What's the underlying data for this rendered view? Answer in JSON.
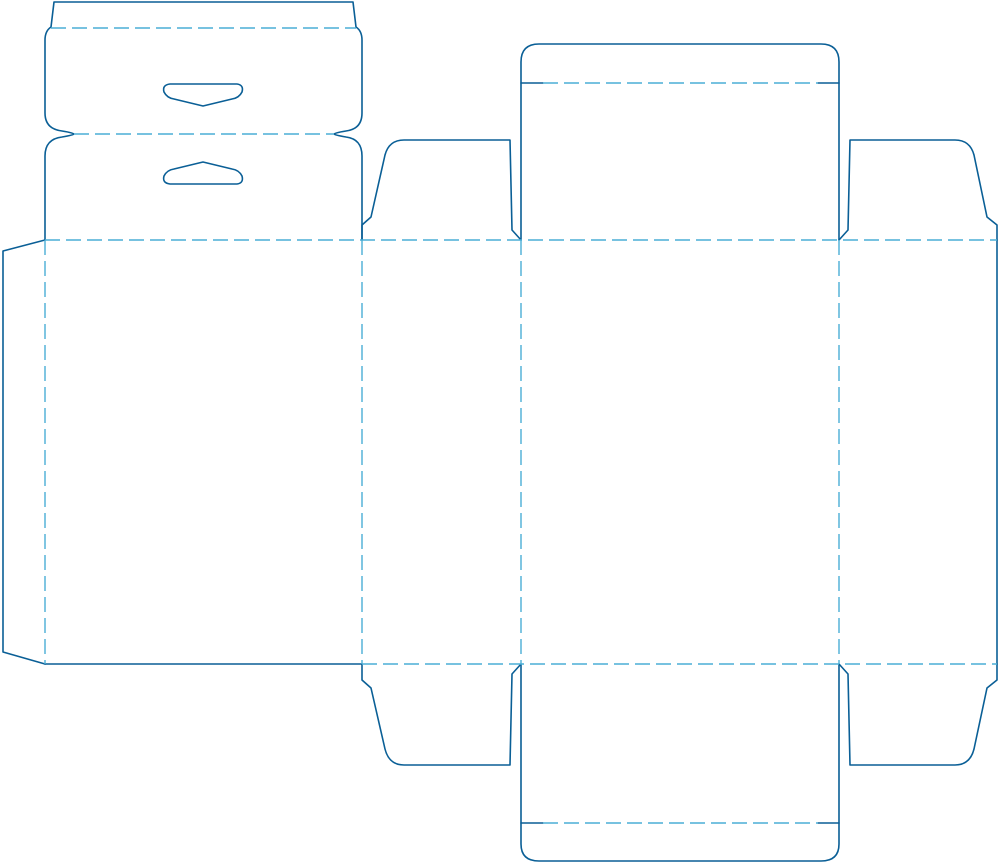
{
  "diagram": {
    "kind": "packaging-dieline",
    "colors": {
      "cut_line": "#0a5f96",
      "fold_line": "#4aaed6",
      "background": "#ffffff"
    },
    "line_styles": {
      "cut_line": "solid",
      "fold_line": "dashed"
    }
  }
}
